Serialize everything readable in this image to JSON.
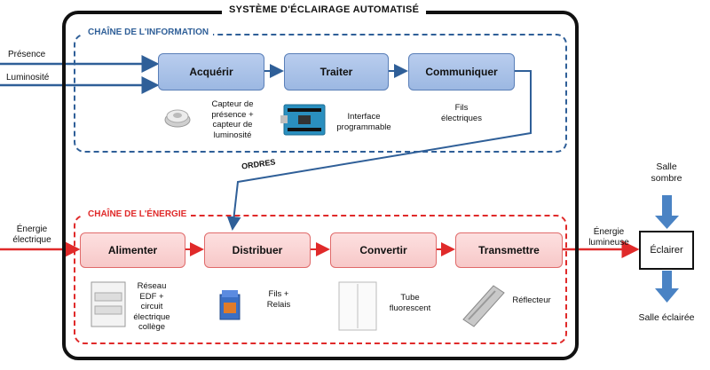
{
  "diagram": {
    "title": "SYSTÈME D'ÉCLAIRAGE AUTOMATISÉ",
    "ordres_label": "ORDRES",
    "inputs": {
      "presence": "Présence",
      "luminosite": "Luminosité",
      "energie_electrique": "Énergie électrique"
    },
    "chain_information": {
      "title": "CHAÎNE DE L'INFORMATION",
      "blocks": [
        "Acquérir",
        "Traiter",
        "Communiquer"
      ],
      "captions": {
        "capteur": "Capteur de présence + capteur de luminosité",
        "interface": "Interface programmable",
        "fils": "Fils électriques"
      }
    },
    "chain_energy": {
      "title": "CHAÎNE DE L'ÉNERGIE",
      "blocks": [
        "Alimenter",
        "Distribuer",
        "Convertir",
        "Transmettre"
      ],
      "captions": {
        "reseau": "Réseau EDF + circuit électrique collège",
        "fils_relais": "Fils + Relais",
        "tube": "Tube fluorescent",
        "reflecteur": "Réflecteur"
      }
    },
    "output": {
      "energie_lumineuse": "Énergie lumineuse",
      "eclairer": "Éclairer",
      "salle_sombre": "Salle sombre",
      "salle_eclairee": "Salle éclairée"
    },
    "colors": {
      "info": "#2f5f98",
      "energy": "#e02a2a",
      "external": "#4a83c4"
    }
  }
}
